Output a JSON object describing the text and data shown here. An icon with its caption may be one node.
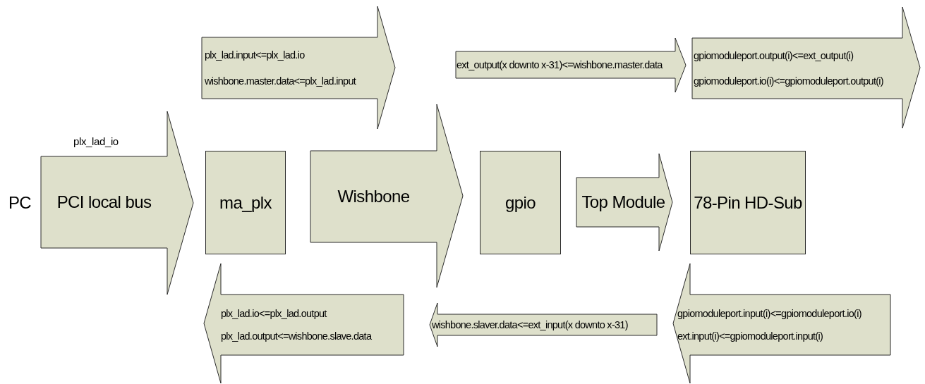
{
  "diagram": {
    "nodes": [
      {
        "text": [
          "plx_lad.input<=plx_lad.io",
          "wishbone.master.data<=plx_lad.input"
        ]
      },
      {
        "text": [
          "ext_output(x downto x-31)<=wishbone.master.data"
        ]
      },
      {
        "text": [
          "gpiomoduleport.output(i)<=ext_output(i)",
          "gpiomoduleport.io(i)<=gpiomoduleport.output(i)"
        ]
      },
      {
        "text": [
          "PC"
        ]
      },
      {
        "text": [
          "PCI local bus"
        ],
        "beside": [
          "plx_lad_io"
        ]
      },
      {
        "text": [
          "ma_plx"
        ]
      },
      {
        "text": [
          "Wishbone"
        ]
      },
      {
        "text": [
          "gpio"
        ]
      },
      {
        "text": [
          "Top Module"
        ]
      },
      {
        "text": [
          "78-Pin HD-Sub"
        ]
      },
      {
        "text": [
          "plx_lad.io<=plx_lad.output",
          "plx_lad.output<=wishbone.slave.data"
        ]
      },
      {
        "text": [
          "wishbone.slaver.data<=ext_input(x downto x-31)"
        ]
      },
      {
        "text": [
          "gpiomoduleport.input(i)<=gpiomoduleport.io(i)",
          "ext.input(i)<=gpiomoduleport.input(i)"
        ]
      }
    ]
  }
}
